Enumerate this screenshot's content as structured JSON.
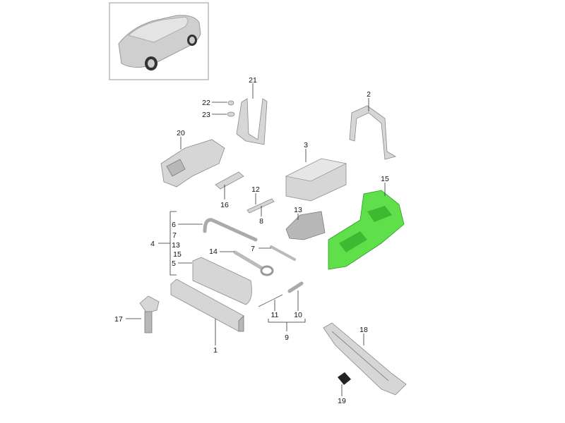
{
  "diagram": {
    "title": "Tool kit / spare wheel tools exploded parts view",
    "labels": {
      "p1": "1",
      "p2": "2",
      "p3": "3",
      "p4": "4",
      "p5": "5",
      "p6": "6",
      "p7a": "7",
      "p7b": "7",
      "p8": "8",
      "p9": "9",
      "p10": "10",
      "p11": "11",
      "p12": "12",
      "p13a": "13",
      "p13b": "13",
      "p14": "14",
      "p15a": "15",
      "p15b": "15",
      "p16": "16",
      "p17": "17",
      "p18": "18",
      "p19": "19",
      "p20": "20",
      "p21": "21",
      "p22": "22",
      "p23": "23"
    },
    "colors": {
      "highlight": "#5fe04a",
      "part": "#d6d6d6"
    }
  }
}
